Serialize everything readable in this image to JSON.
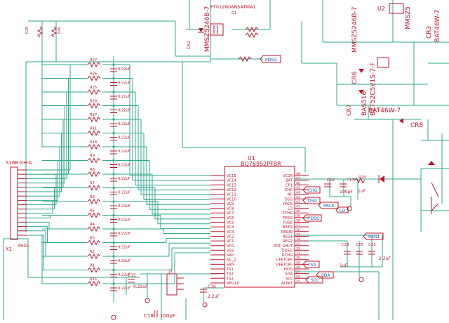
{
  "ic": {
    "refdes": "U1",
    "part": "BQ76952PFBR",
    "left_pins": [
      "VC15",
      "VC14",
      "VC13",
      "VC12",
      "VC11",
      "VC10",
      "VC9",
      "VC8",
      "VC7",
      "VC6",
      "VC5",
      "VC4",
      "VC3",
      "VC2",
      "VC1",
      "VC0",
      "VSS",
      "SRP",
      "NC_2",
      "SRN",
      "TS1",
      "TS2",
      "TS3",
      "REG18"
    ],
    "right_pins": [
      {
        "name": "VC16",
        "num": "48"
      },
      {
        "name": "BAT",
        "num": "47"
      },
      {
        "name": "CP1",
        "num": "46"
      },
      {
        "name": "CHG",
        "num": "45"
      },
      {
        "name": "NC",
        "num": "44"
      },
      {
        "name": "DSG",
        "num": "43"
      },
      {
        "name": "PACK",
        "num": "42"
      },
      {
        "name": "LD",
        "num": "41"
      },
      {
        "name": "PCHG",
        "num": "40"
      },
      {
        "name": "PDSG",
        "num": "39"
      },
      {
        "name": "FUSE",
        "num": "38"
      },
      {
        "name": "BREG",
        "num": "37"
      },
      {
        "name": "REGIN",
        "num": "36"
      },
      {
        "name": "REG1",
        "num": "35"
      },
      {
        "name": "REG2",
        "num": "34"
      },
      {
        "name": "RST_SHUT",
        "num": "33"
      },
      {
        "name": "DDSG",
        "num": "32"
      },
      {
        "name": "DCHG",
        "num": "31"
      },
      {
        "name": "CFETOFF",
        "num": "30"
      },
      {
        "name": "DFETOFF",
        "num": "29"
      },
      {
        "name": "HDQ",
        "num": "28"
      },
      {
        "name": "SDA",
        "num": "27"
      },
      {
        "name": "SCL",
        "num": "26"
      },
      {
        "name": "ALERT",
        "num": "25"
      }
    ]
  },
  "connector": {
    "refdes": "X1",
    "part": "S16B-XH-A",
    "pad_label": "PAD1"
  },
  "resistor_labels": [
    "R27",
    "R26",
    "R25",
    "R24",
    "R17",
    "R11",
    "R18",
    "R9",
    "R8",
    "R7",
    "R6",
    "R5",
    "R4",
    "R3",
    "R2",
    "R1",
    "R15"
  ],
  "cap_value": "0.22uF",
  "top_labels": {
    "r39": "R39",
    "r40": "R40",
    "mosfet": "PT012N08N5ATMA1",
    "mosfet_ref": "Q1",
    "cr1": "MMSZ5246B-7",
    "cr2": "CR2",
    "cr6": "CR6",
    "cr7": "CR7",
    "cr8": "CR8",
    "cr3": "CR3",
    "diode_a": "MMSZ5246B-7",
    "diode_b": "BAS516",
    "diode_c": "BZT52C5V1S-7-F",
    "diode_d": "BAT46W-7",
    "diode_e": "BAT46W-7",
    "q2": "U2",
    "q3": "MMSZ5"
  },
  "nets": {
    "pdsg": "PDSG",
    "chg": "CHG",
    "dsg": "DSG",
    "pack": "PACK",
    "ld": "LD",
    "pdsg2": "PDSG",
    "reg1": "REG1",
    "ts4": "TS4",
    "sda": "SDA",
    "scl": "SCL"
  },
  "misc": {
    "c19": "C19",
    "c17": "C17",
    "r20": "R20",
    "c_100pf": "100pF",
    "c_1uf": "1uF",
    "c21": "C21",
    "c20": "C20",
    "c22": "C22",
    "c_1uf_b": "1uF",
    "c_22uf": "2.2uF",
    "j1": "J1",
    "c16": "C16",
    "c16_val": "2.2uF",
    "c18": "C18",
    "c18_val": "100pF",
    "c15": "C15"
  }
}
